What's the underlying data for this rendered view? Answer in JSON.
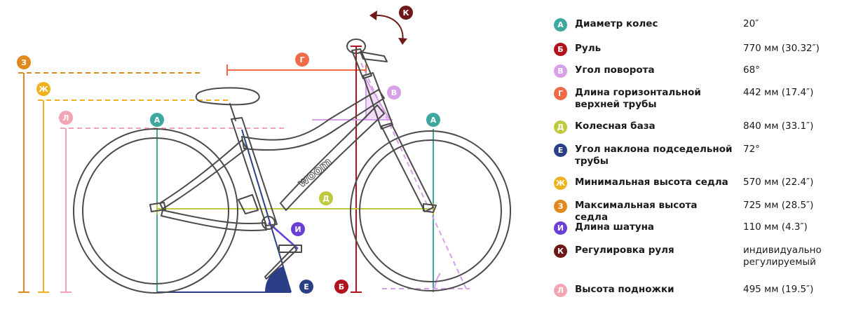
{
  "brand": "woom",
  "colors": {
    "A": "#3ea79f",
    "B": "#b2121b",
    "V": "#d9a0ea",
    "G": "#ef6a47",
    "D": "#bfc93d",
    "E": "#2b3f86",
    "Zh": "#f0b21c",
    "Z": "#e08a1e",
    "I": "#6a3fd6",
    "K": "#6e1818",
    "L": "#f4a5b5",
    "bike": "#4a4a4a"
  },
  "specs": [
    {
      "key": "A",
      "letter": "А",
      "label": "Диаметр колес",
      "value": "20″"
    },
    {
      "key": "B",
      "letter": "Б",
      "label": "Руль",
      "value": "770 мм (30.32″)"
    },
    {
      "key": "V",
      "letter": "В",
      "label": "Угол поворота",
      "value": "68°"
    },
    {
      "key": "G",
      "letter": "Г",
      "label": "Длина горизонтальной верхней трубы",
      "value": "442 мм (17.4″)"
    },
    {
      "key": "D",
      "letter": "Д",
      "label": "Колесная база",
      "value": "840 мм (33.1″)"
    },
    {
      "key": "E",
      "letter": "Е",
      "label": "Угол наклона подседельной трубы",
      "value": "72°"
    },
    {
      "key": "Zh",
      "letter": "Ж",
      "label": "Минимальная высота седла",
      "value": "570 мм (22.4″)"
    },
    {
      "key": "Z",
      "letter": "З",
      "label": "Максимальная высота седла",
      "value": "725 мм (28.5″)"
    },
    {
      "key": "I",
      "letter": "И",
      "label": "Длина шатуна",
      "value": "110 мм (4.3″)"
    },
    {
      "key": "K",
      "letter": "К",
      "label": "Регулировка руля",
      "value": "индивидуально регулируемый"
    },
    {
      "key": "L",
      "letter": "Л",
      "label": "Высота подножки",
      "value": "495 мм (19.5″)"
    }
  ]
}
